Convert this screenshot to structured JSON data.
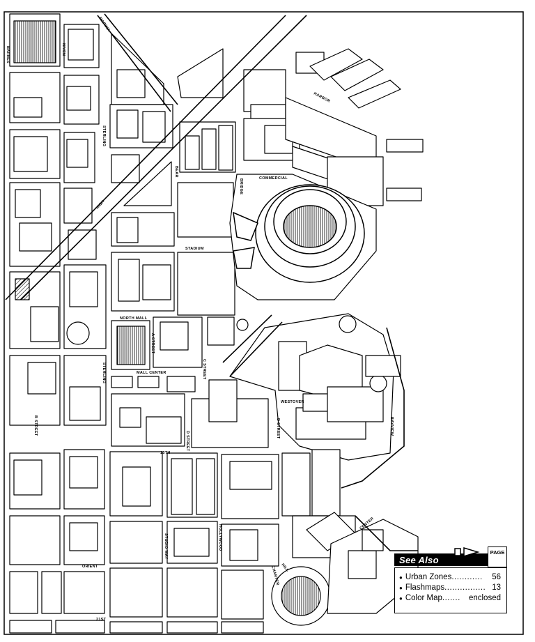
{
  "streets": {
    "barnes": "BARNES",
    "niven": "NIVEN",
    "marina": "MARINA",
    "sterling": "STERLING",
    "high": "HIGH",
    "bear": "BEAR",
    "harbor": "HARBOR",
    "commercial": "COMMERCIAL",
    "bridge": "BRIDGE",
    "stadium": "STADIUM",
    "north_mall": "NORTH MALL",
    "a_street": "A STREET",
    "mall_center": "MALL CENTER",
    "sterling_2": "STERLING",
    "c_street": "C STREET",
    "westover": "WESTOVER",
    "b_street": "B STREET",
    "d_street_1": "D STREET",
    "d_street_2": "D STREET",
    "bayview": "BAYVIEW",
    "fifteenth": "15TH",
    "studio_way": "STUDIO WAY",
    "hollywood": "HOLLYWOOD",
    "orient": "ORIENT",
    "charter": "CHARTER",
    "hill": "HILL",
    "center": "CENTER",
    "twenty_first": "21ST"
  },
  "see_also": {
    "title": "See Also",
    "page_label": "PAGE",
    "items": [
      {
        "label": "Urban Zones",
        "dots": "............",
        "page": "56"
      },
      {
        "label": "Flashmaps",
        "dots": "................",
        "page": "13"
      },
      {
        "label": "Color Map",
        "dots": ".......",
        "page": "enclosed"
      }
    ]
  },
  "colors": {
    "ink": "#000000",
    "paper": "#ffffff"
  }
}
